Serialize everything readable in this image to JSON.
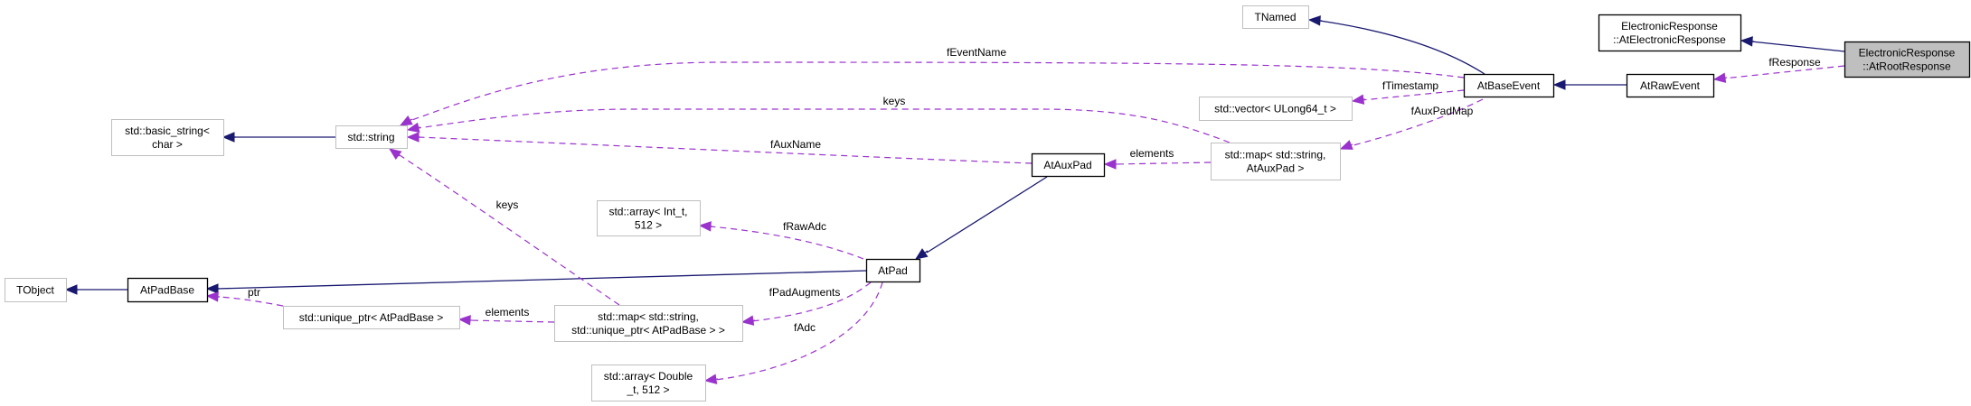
{
  "diagram": {
    "colors": {
      "inheritance": "#191970",
      "usage": "#9a32cd",
      "node_border_documented": "#000000",
      "node_border_external": "#bfbfbf",
      "node_fill_focus": "#bfbfbf",
      "node_fill": "#ffffff"
    },
    "nodes": [
      {
        "id": "AtRootResponse",
        "lines": [
          "ElectronicResponse",
          "::AtRootResponse"
        ],
        "kind": "focus"
      },
      {
        "id": "AtElectronicResponse",
        "lines": [
          "ElectronicResponse",
          "::AtElectronicResponse"
        ],
        "kind": "documented"
      },
      {
        "id": "AtRawEvent",
        "lines": [
          "AtRawEvent"
        ],
        "kind": "documented"
      },
      {
        "id": "AtBaseEvent",
        "lines": [
          "AtBaseEvent"
        ],
        "kind": "documented"
      },
      {
        "id": "TNamed",
        "lines": [
          "TNamed"
        ],
        "kind": "external"
      },
      {
        "id": "vectorULong",
        "lines": [
          "std::vector< ULong64_t >"
        ],
        "kind": "external"
      },
      {
        "id": "mapAux",
        "lines": [
          "std::map< std::string,",
          "AtAuxPad >"
        ],
        "kind": "external"
      },
      {
        "id": "AtAuxPad",
        "lines": [
          "AtAuxPad"
        ],
        "kind": "documented"
      },
      {
        "id": "AtPad",
        "lines": [
          "AtPad"
        ],
        "kind": "documented"
      },
      {
        "id": "arrayInt",
        "lines": [
          "std::array< Int_t,",
          "512 >"
        ],
        "kind": "external"
      },
      {
        "id": "arrayDouble",
        "lines": [
          "std::array< Double",
          "_t, 512 >"
        ],
        "kind": "external"
      },
      {
        "id": "mapUnique",
        "lines": [
          "std::map< std::string,",
          "std::unique_ptr< AtPadBase > >"
        ],
        "kind": "external"
      },
      {
        "id": "uniquePtr",
        "lines": [
          "std::unique_ptr< AtPadBase >"
        ],
        "kind": "external"
      },
      {
        "id": "AtPadBase",
        "lines": [
          "AtPadBase"
        ],
        "kind": "documented"
      },
      {
        "id": "TObject",
        "lines": [
          "TObject"
        ],
        "kind": "external"
      },
      {
        "id": "stdString",
        "lines": [
          "std::string"
        ],
        "kind": "external"
      },
      {
        "id": "basicString",
        "lines": [
          "std::basic_string<",
          "char >"
        ],
        "kind": "external"
      }
    ],
    "edges": [
      {
        "from": "AtRootResponse",
        "to": "AtElectronicResponse",
        "type": "inheritance",
        "label": ""
      },
      {
        "from": "AtRootResponse",
        "to": "AtRawEvent",
        "type": "usage",
        "label": "fResponse"
      },
      {
        "from": "AtRawEvent",
        "to": "AtBaseEvent",
        "type": "inheritance",
        "label": ""
      },
      {
        "from": "AtBaseEvent",
        "to": "TNamed",
        "type": "inheritance",
        "label": ""
      },
      {
        "from": "AtBaseEvent",
        "to": "stdString",
        "type": "usage",
        "label": "fEventName"
      },
      {
        "from": "AtBaseEvent",
        "to": "vectorULong",
        "type": "usage",
        "label": "fTimestamp"
      },
      {
        "from": "AtBaseEvent",
        "to": "mapAux",
        "type": "usage",
        "label": "fAuxPadMap"
      },
      {
        "from": "mapAux",
        "to": "stdString",
        "type": "usage",
        "label": "keys"
      },
      {
        "from": "mapAux",
        "to": "AtAuxPad",
        "type": "usage",
        "label": "elements"
      },
      {
        "from": "AtAuxPad",
        "to": "stdString",
        "type": "usage",
        "label": "fAuxName"
      },
      {
        "from": "AtAuxPad",
        "to": "AtPad",
        "type": "inheritance",
        "label": ""
      },
      {
        "from": "AtPad",
        "to": "AtPadBase",
        "type": "inheritance",
        "label": ""
      },
      {
        "from": "AtPadBase",
        "to": "TObject",
        "type": "inheritance",
        "label": ""
      },
      {
        "from": "AtPad",
        "to": "arrayInt",
        "type": "usage",
        "label": "fRawAdc"
      },
      {
        "from": "AtPad",
        "to": "mapUnique",
        "type": "usage",
        "label": "fPadAugments"
      },
      {
        "from": "AtPad",
        "to": "arrayDouble",
        "type": "usage",
        "label": "fAdc"
      },
      {
        "from": "mapUnique",
        "to": "uniquePtr",
        "type": "usage",
        "label": "elements"
      },
      {
        "from": "mapUnique",
        "to": "stdString",
        "type": "usage",
        "label": "keys"
      },
      {
        "from": "uniquePtr",
        "to": "AtPadBase",
        "type": "usage",
        "label": "ptr"
      },
      {
        "from": "stdString",
        "to": "basicString",
        "type": "inheritance",
        "label": ""
      }
    ]
  }
}
